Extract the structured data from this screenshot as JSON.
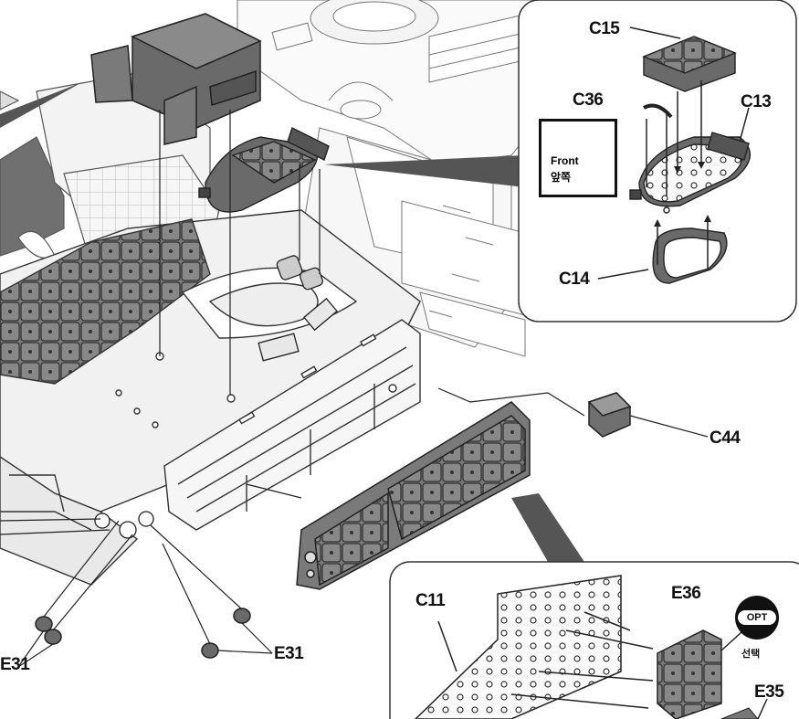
{
  "labels": {
    "c15": "C15",
    "c36": "C36",
    "c13": "C13",
    "c14": "C14",
    "c44": "C44",
    "c11": "C11",
    "e36": "E36",
    "e35": "E35",
    "e31_left": "E31",
    "e31_right": "E31"
  },
  "front_indicator": {
    "en": "Front",
    "ko": "앞쪽"
  },
  "opt_badge": {
    "label": "OPT",
    "sub": "선택"
  },
  "colors": {
    "line": "#222222",
    "part_fill": "#6e6e6e",
    "part_dark": "#4a4a4a",
    "hull": "#f2f2f2",
    "callout_fill": "#ffffff"
  }
}
